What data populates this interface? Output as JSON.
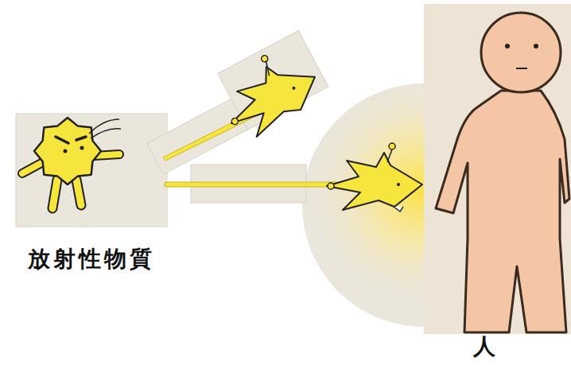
{
  "diagram": {
    "nodes": [
      {
        "text": [
          "放射性物質"
        ]
      },
      {
        "text": [
          "人"
        ]
      }
    ],
    "edges": [
      {
        "from": 0,
        "to": 1,
        "arrow": "to"
      }
    ]
  }
}
